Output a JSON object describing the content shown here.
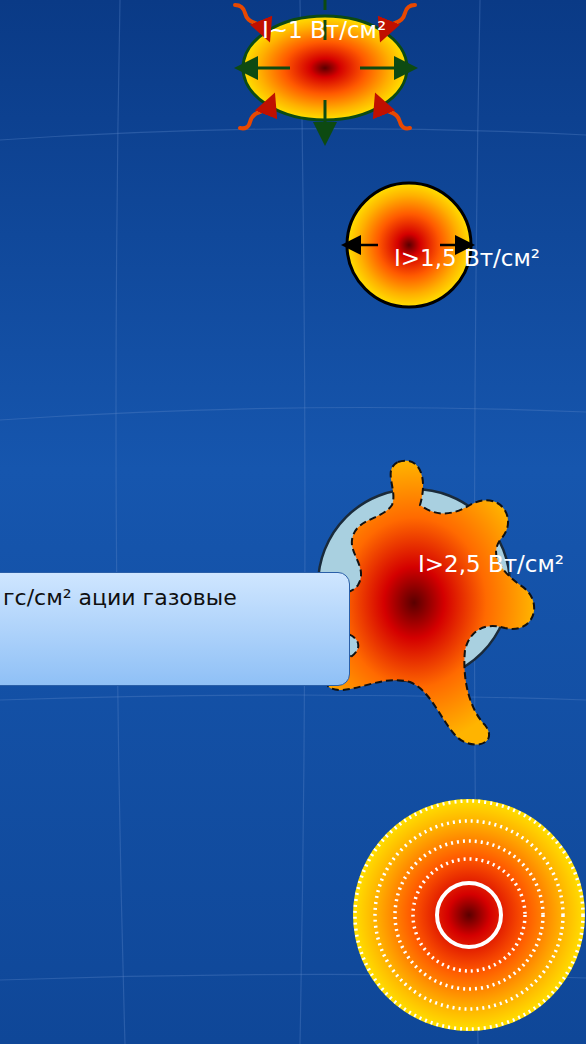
{
  "diagram": {
    "nodes": [
      {
        "text": [
          "гс/см² ации газовые"
        ]
      }
    ],
    "labels": [
      "I~1 Вт/см²",
      "I>1,5 Вт/см²",
      "I>2,5 Вт/см²"
    ]
  }
}
